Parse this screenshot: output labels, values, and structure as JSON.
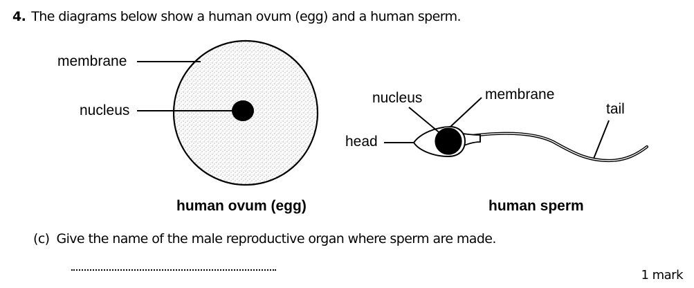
{
  "question": {
    "number": "4.",
    "text": "The diagrams below show a human ovum (egg) and a human sperm."
  },
  "ovum_diagram": {
    "caption": "human ovum (egg)",
    "labels": {
      "membrane": "membrane",
      "nucleus": "nucleus"
    }
  },
  "sperm_diagram": {
    "caption": "human sperm",
    "labels": {
      "nucleus": "nucleus",
      "membrane": "membrane",
      "head": "head",
      "tail": "tail"
    }
  },
  "sub_question": {
    "part": "(c)",
    "text": "Give the name of the male reproductive organ where sperm are made."
  },
  "answer": {
    "value": "",
    "marks": "1 mark"
  },
  "colors": {
    "ink": "#000000",
    "stipple": "#8a8a8a",
    "background": "#ffffff"
  }
}
